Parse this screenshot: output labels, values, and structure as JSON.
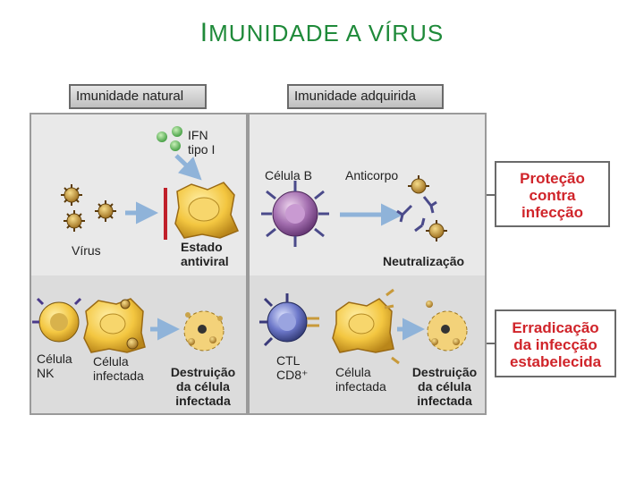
{
  "title": {
    "first": "I",
    "rest": "MUNIDADE A VÍRUS"
  },
  "headers": {
    "natural": "Imunidade natural",
    "acquired": "Imunidade adquirida"
  },
  "natural": {
    "ifn_line1": "IFN",
    "ifn_line2": "tipo I",
    "virus": "Vírus",
    "state_line1": "Estado",
    "state_line2": "antiviral",
    "nk_line1": "Célula",
    "nk_line2": "NK",
    "infected_line1": "Célula",
    "infected_line2": "infectada",
    "destroy_line1": "Destruição",
    "destroy_line2": "da célula",
    "destroy_line3": "infectada"
  },
  "acquired": {
    "bcell": "Célula B",
    "antibody": "Anticorpo",
    "neutralization": "Neutralização",
    "ctl_line1": "CTL",
    "ctl_line2": "CD8⁺",
    "infected_line1": "Célula",
    "infected_line2": "infectada",
    "destroy_line1": "Destruição",
    "destroy_line2": "da célula",
    "destroy_line3": "infectada"
  },
  "outcomes": {
    "protection": [
      "Proteção",
      "contra",
      "infecção"
    ],
    "eradication": [
      "Erradicação",
      "da infecção",
      "estabelecida"
    ]
  },
  "colors": {
    "title": "#1f8a3a",
    "outcome_text": "#d0242a",
    "arrow": "#8fb3d9",
    "block": "#c0202a"
  }
}
